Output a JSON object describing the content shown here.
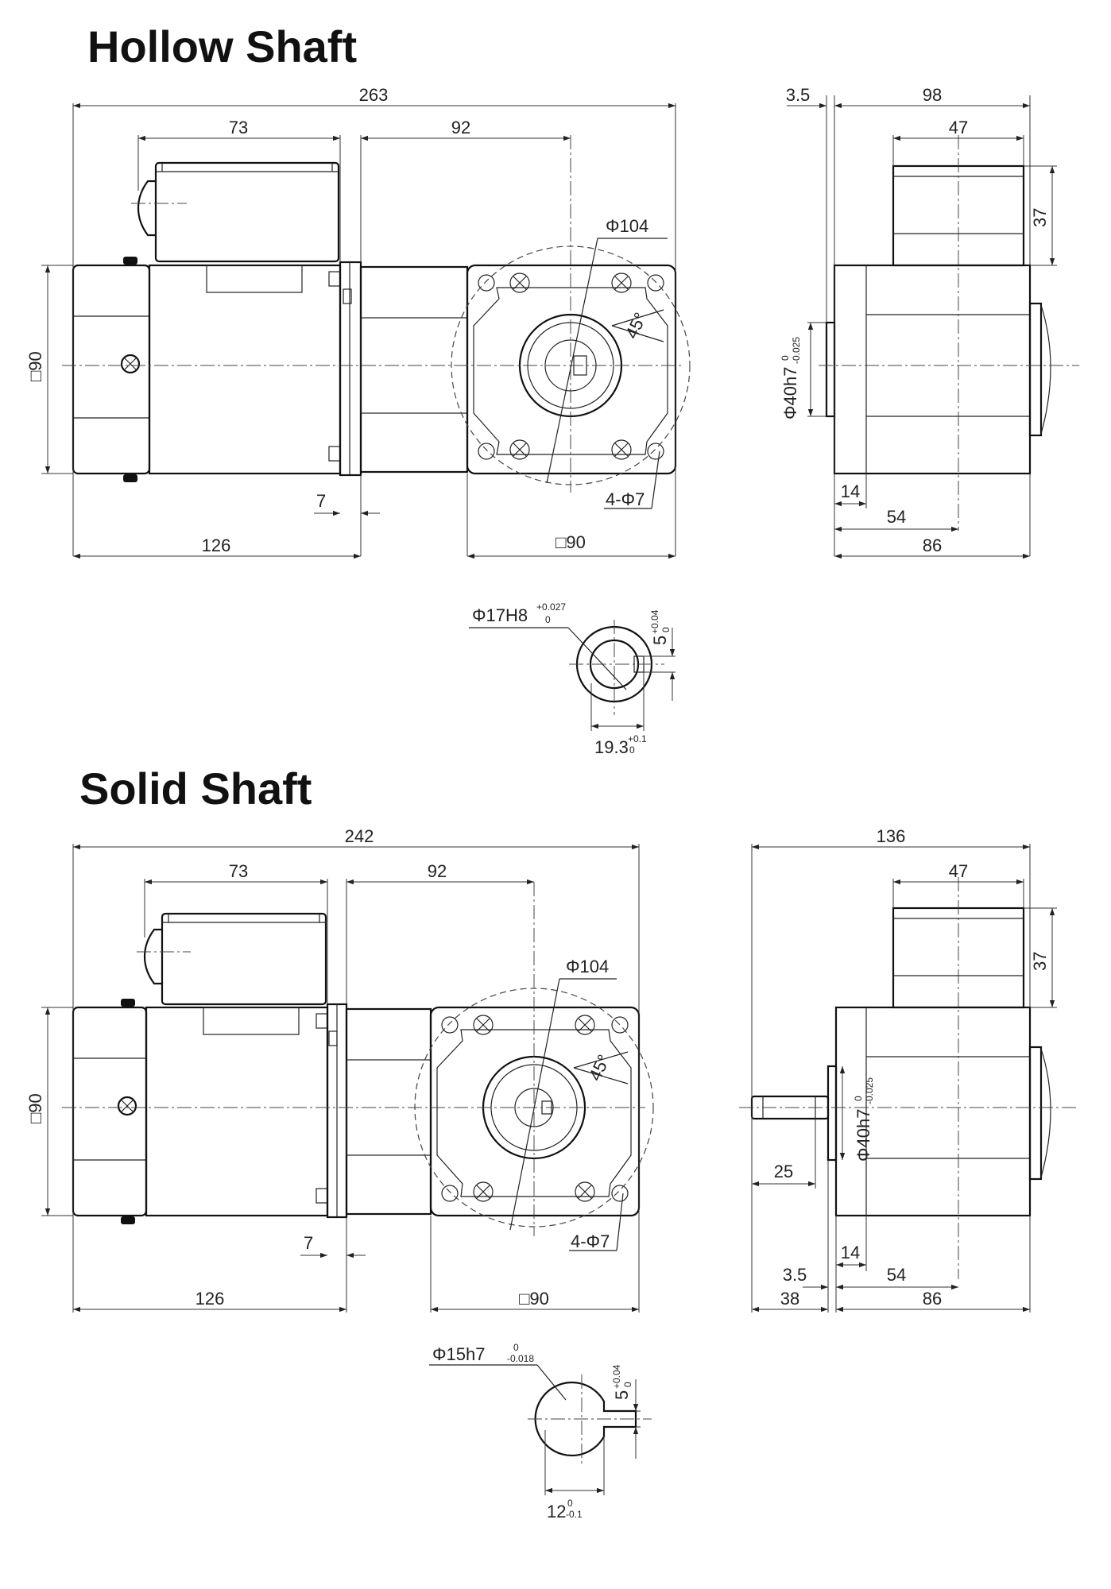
{
  "hollow": {
    "title": "Hollow Shaft",
    "side": {
      "overall_length": "263",
      "terminal_box_length": "73",
      "gear_head_length": "92",
      "flange_pcd": "Φ104",
      "angle": "45°",
      "frame_size": "□90",
      "flange_thickness": "7",
      "motor_length": "126",
      "mounting_holes": "4-Φ7",
      "gear_square": "□90"
    },
    "end": {
      "offset": "3.5",
      "width": "98",
      "box_width": "47",
      "box_height": "37",
      "pilot": "Φ40h7",
      "pilot_tol_upper": "0",
      "pilot_tol_lower": "-0.025",
      "d14": "14",
      "d54": "54",
      "d86": "86"
    },
    "bore": {
      "diameter": "Φ17H8",
      "dia_tol_upper": "+0.027",
      "dia_tol_lower": "0",
      "key_width": "5",
      "key_tol_upper": "+0.04",
      "key_tol_lower": "0",
      "key_depth": "19.3",
      "depth_tol_upper": "+0.1",
      "depth_tol_lower": "0"
    }
  },
  "solid": {
    "title": "Solid Shaft",
    "side": {
      "overall_length": "242",
      "terminal_box_length": "73",
      "gear_head_length": "92",
      "flange_pcd": "Φ104",
      "angle": "45°",
      "frame_size": "□90",
      "flange_thickness": "7",
      "motor_length": "126",
      "mounting_holes": "4-Φ7",
      "gear_square": "□90"
    },
    "end": {
      "width": "136",
      "box_width": "47",
      "box_height": "37",
      "pilot": "Φ40h7",
      "pilot_tol_upper": "0",
      "pilot_tol_lower": "-0.025",
      "shaft_length": "25",
      "d14": "14",
      "offset": "3.5",
      "d54": "54",
      "d38": "38",
      "d86": "86"
    },
    "shaft": {
      "diameter": "Φ15h7",
      "dia_tol_upper": "0",
      "dia_tol_lower": "-0.018",
      "key_width": "5",
      "key_tol_upper": "+0.04",
      "key_tol_lower": "0",
      "key_depth": "12",
      "depth_tol_upper": "0",
      "depth_tol_lower": "-0.1"
    }
  }
}
